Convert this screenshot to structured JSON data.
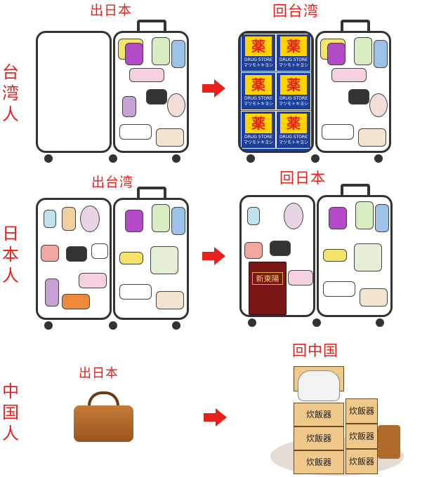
{
  "rows": [
    {
      "label": "台湾人",
      "before": "出日本",
      "after": "回台湾"
    },
    {
      "label": "日本人",
      "before": "出台湾",
      "after": "回日本"
    },
    {
      "label": "中国人",
      "before": "出日本",
      "after": "回中国"
    }
  ],
  "medicine": {
    "glyph": "薬",
    "brand": "DRUG STORE マツモトキヨシ"
  },
  "book": "新東陽",
  "rice_cooker_box": "炊飯器",
  "colors": {
    "label_red": "#e8201c",
    "medicine_yellow": "#ffd400",
    "medicine_blue": "#1d3f9a",
    "box_tan": "#f0c98a",
    "bag_brown": "#b06a2c"
  }
}
